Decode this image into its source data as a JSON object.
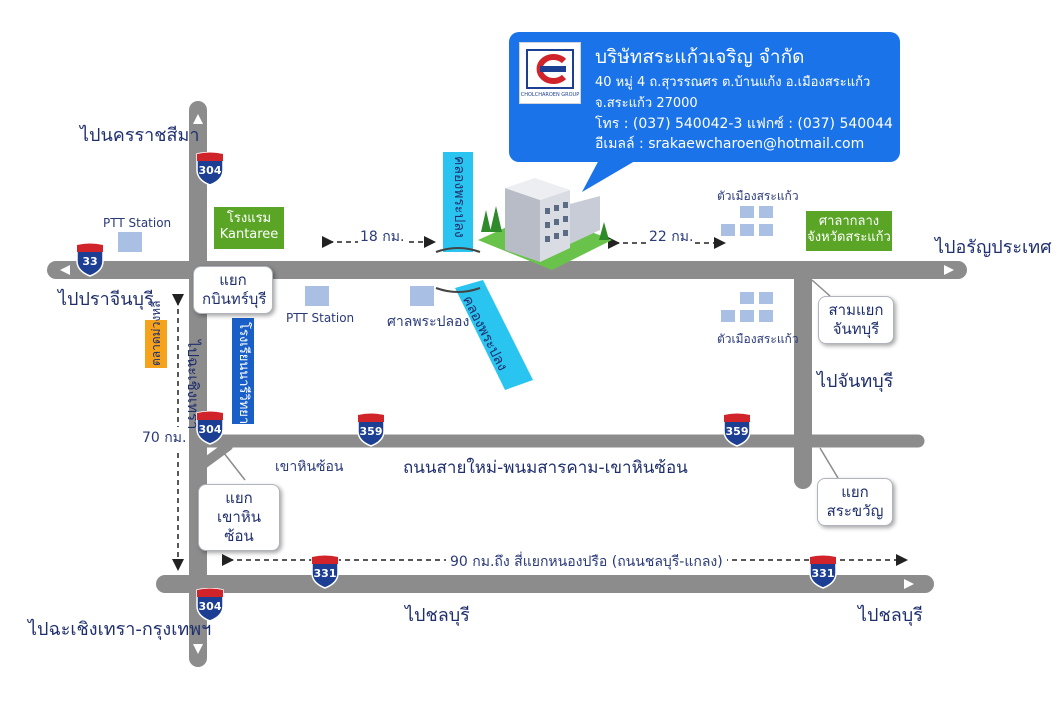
{
  "company": {
    "name": "บริษัทสระแก้วเจริญ จำกัด",
    "address_1": "40 หมู่ 4 ถ.สุวรรณศร ต.บ้านแก้ง  อ.เมืองสระแก้ว",
    "address_2": "จ.สระแก้ว   27000",
    "phone": "โทร    : (037) 540042-3 แฟกซ์ : (037) 540044",
    "email": "อีเมลล์  : srakaewcharoen@hotmail.com",
    "logo_text": "CHOLCHAROEN GROUP"
  },
  "destinations": {
    "nakhon_ratchasima": "ไปนครราชสีมา",
    "prachinburi": "ไปปราจีนบุรี",
    "aranyaprathet": "ไปอรัญประเทศ",
    "chanthaburi": "ไปจันทบุรี",
    "chachoengsao": "ไปฉะเชิงเทรา",
    "chachoengsao_bangkok": "ไปฉะเชิงเทรา-กรุงเทพฯ",
    "chonburi_1": "ไปชลบุรี",
    "chonburi_2": "ไปชลบุรี"
  },
  "intersections": {
    "kabinburi": "แยก\nกบินทร์บุรี",
    "khao_hin_son": "แยก\nเขาหินซ้อน",
    "sam_yaek_chanthaburi": "สามแยก\nจันทบุรี",
    "sa_khwan": "แยก\nสระขวัญ"
  },
  "landmarks": {
    "ptt_1": "PTT Station",
    "ptt_2": "PTT Station",
    "kantaree": "โรงแรม\nKantaree",
    "sala_phra_plong": "ศาลพระปลอง",
    "city_1": "ตัวเมืองสระแก้ว",
    "city_2": "ตัวเมืองสระแก้ว",
    "provincial_hall": "ศาลากลาง\nจังหวัดสระแก้ว",
    "school": "โรงเรียนนารีวิทยา",
    "market": "ตลาดม่วงหลี",
    "khao_hin_son_place": "เขาหินซ้อน",
    "canal_top": "คลองพระปลง",
    "canal_bottom": "คลองพระปลง"
  },
  "distances": {
    "d18": "18 กม.",
    "d22": "22 กม.",
    "d70": "70 กม.",
    "d90": "90 กม.ถึง สี่แยกหนองปรือ (ถนนชลบุรี-แกลง)"
  },
  "roads": {
    "road_name": "ถนนสายใหม่-พนมสารคาม-เขาหินซ้อน"
  },
  "shields": {
    "r304_top": "304",
    "r33": "33",
    "r304_mid": "304",
    "r359_a": "359",
    "r359_b": "359",
    "r331_a": "331",
    "r331_b": "331",
    "r304_bottom": "304"
  },
  "colors": {
    "road": "#8c8c8c",
    "info_box": "#1a73e8",
    "canal": "#29c5f0",
    "green_tag": "#5aa526",
    "blue_tag": "#1a5fc8",
    "orange_tag": "#f7a21b",
    "building_block": "#a9bfe4",
    "shield_red": "#d1242a",
    "shield_blue": "#1c3f94"
  }
}
